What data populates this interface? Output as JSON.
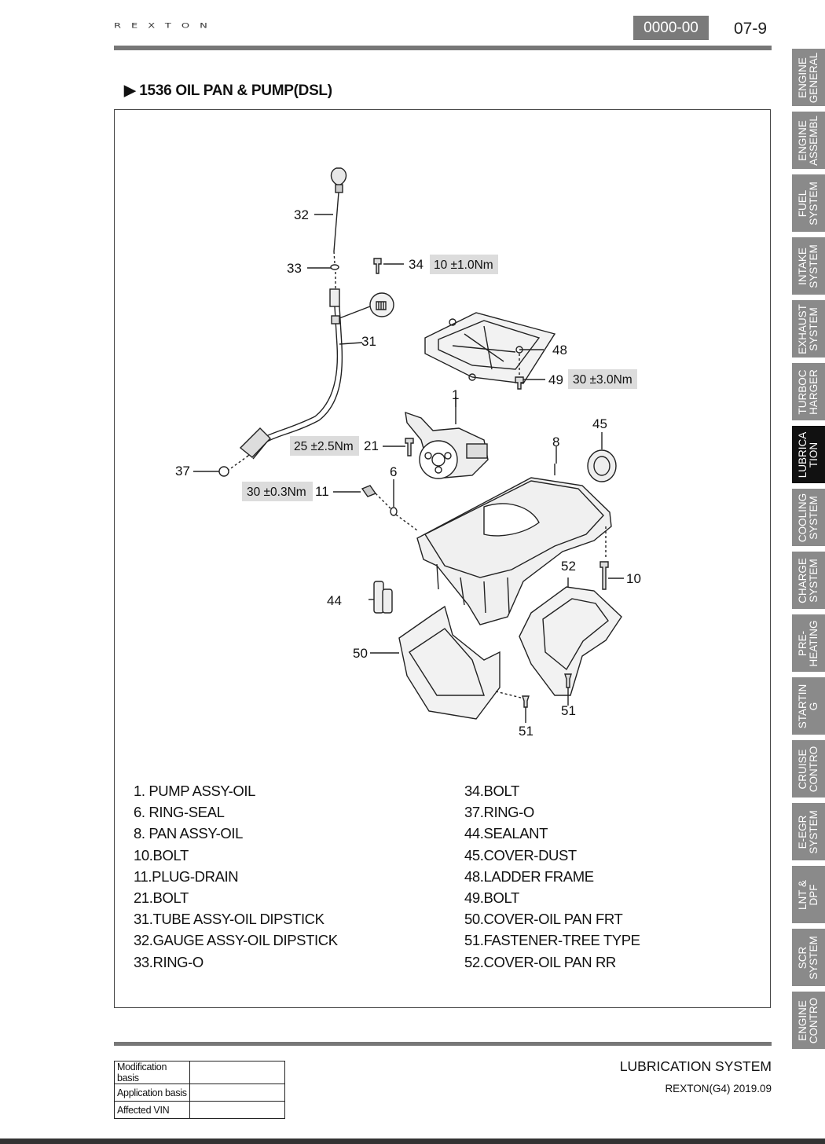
{
  "header": {
    "brand": "REXTON",
    "code": "0000-00",
    "page": "07-9"
  },
  "section_title": "▶ 1536 OIL PAN & PUMP(DSL)",
  "callouts": {
    "c1": "1",
    "c6": "6",
    "c8": "8",
    "c10": "10",
    "c11": "11",
    "c21": "21",
    "c31": "31",
    "c32": "32",
    "c33": "33",
    "c34": "34",
    "c37": "37",
    "c44": "44",
    "c45": "45",
    "c48": "48",
    "c49": "49",
    "c50": "50",
    "c51a": "51",
    "c51b": "51",
    "c52": "52"
  },
  "torques": {
    "t34": "10 ±1.0Nm",
    "t49": "30 ±3.0Nm",
    "t21": "25 ±2.5Nm",
    "t11": "30 ±0.3Nm"
  },
  "parts_left": [
    "1. PUMP ASSY-OIL",
    "6. RING-SEAL",
    "8. PAN ASSY-OIL",
    "10.BOLT",
    "11.PLUG-DRAIN",
    "21.BOLT",
    "31.TUBE ASSY-OIL DIPSTICK",
    "32.GAUGE ASSY-OIL DIPSTICK",
    "33.RING-O"
  ],
  "parts_right": [
    "34.BOLT",
    "37.RING-O",
    "44.SEALANT",
    "45.COVER-DUST",
    "48.LADDER FRAME",
    "49.BOLT",
    "50.COVER-OIL PAN FRT",
    "51.FASTENER-TREE TYPE",
    "52.COVER-OIL PAN RR"
  ],
  "tabs": [
    "ENGINE\nGENERAL",
    "ENGINE\nASSEMBL",
    "FUEL\nSYSTEM",
    "INTAKE\nSYSTEM",
    "EXHAUST\nSYSTEM",
    "TURBOC\nHARGER",
    "LUBRICA\nTION",
    "COOLING\nSYSTEM",
    "CHARGE\nSYSTEM",
    "PRE-\nHEATING",
    "STARTIN\nG",
    "CRUISE\nCONTRO",
    "E-EGR\nSYSTEM",
    "LNT &\nDPF",
    "SCR\nSYSTEM",
    "ENGINE\nCONTRO"
  ],
  "active_tab": "LUBRICA\nTION",
  "footer": {
    "rows": [
      {
        "label": "Modification basis",
        "value": ""
      },
      {
        "label": "Application basis",
        "value": ""
      },
      {
        "label": "Affected VIN",
        "value": ""
      }
    ],
    "chapter": "LUBRICATION SYSTEM",
    "model": "REXTON(G4) 2019.09"
  }
}
